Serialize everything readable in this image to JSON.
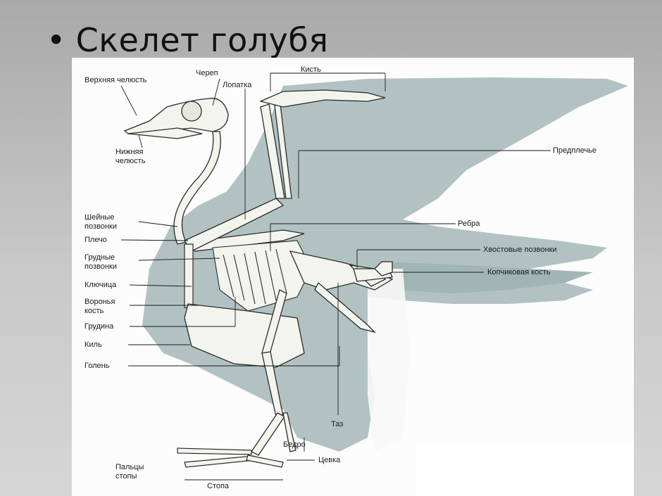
{
  "slide": {
    "bullet": "•",
    "title": "Скелет голубя"
  },
  "colors": {
    "background": "#bdbdbd",
    "wing_fill": "#aebfc0",
    "bone": "#f4f4ee",
    "outline": "#2a2a2a"
  },
  "labels": {
    "upper_jaw": "Верхняя челюсть",
    "skull": "Череп",
    "hand": "Кисть",
    "scapula": "Лопатка",
    "lower_jaw": "Нижняя\nчелюсть",
    "forearm": "Предплечье",
    "cervical": "Шейные\nпозвонки",
    "humerus": "Плечо",
    "ribs": "Ребра",
    "thoracic": "Грудные\nпозвонки",
    "tail_vertebrae": "Хвостовые позвонки",
    "pygostyle": "Копчиковая кость",
    "clavicle": "Ключица",
    "coracoid": "Воронья\nкость",
    "sternum": "Грудина",
    "keel": "Киль",
    "shin": "Голень",
    "pelvis": "Таз",
    "femur": "Бедро",
    "tarsus": "Цевка",
    "toes": "Пальцы\nстопы",
    "foot": "Стопа"
  }
}
